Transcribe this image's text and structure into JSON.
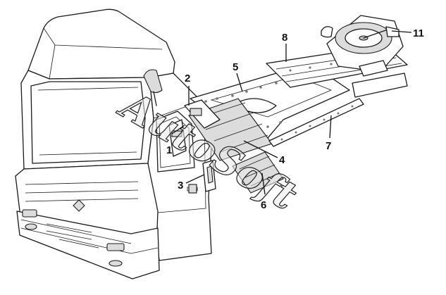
{
  "diagram": {
    "callouts": [
      {
        "id": "c1",
        "label": "1"
      },
      {
        "id": "c2",
        "label": "2"
      },
      {
        "id": "c3",
        "label": "3"
      },
      {
        "id": "c4",
        "label": "4"
      },
      {
        "id": "c5",
        "label": "5"
      },
      {
        "id": "c6",
        "label": "6"
      },
      {
        "id": "c7",
        "label": "7"
      },
      {
        "id": "c8",
        "label": "8"
      },
      {
        "id": "c11",
        "label": "11"
      }
    ],
    "watermark": "AutoSoft",
    "colors": {
      "line": "#1a1a1a",
      "background": "#ffffff",
      "part_fill": "#dcdcdc"
    }
  }
}
